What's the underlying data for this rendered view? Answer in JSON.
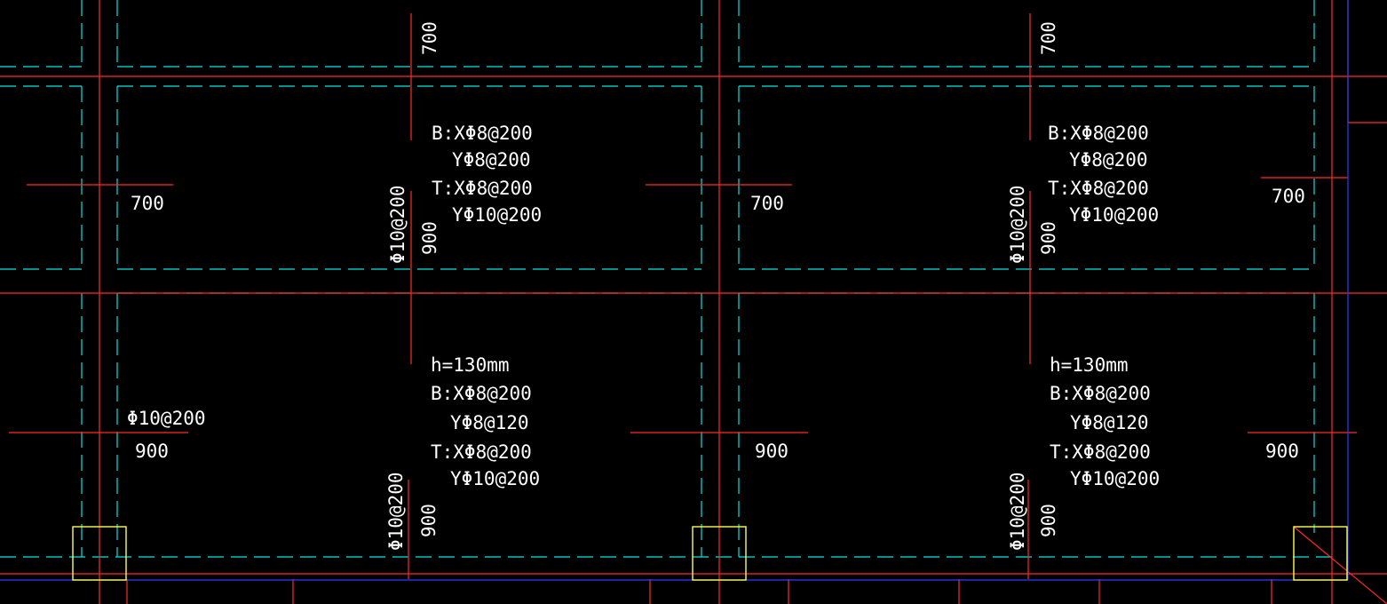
{
  "colors": {
    "background": "#000000",
    "rebar_line": "#ff2a2a",
    "slab_outline": "#00e5e5",
    "boundary": "#2a3cff",
    "column": "#ffff4a",
    "text": "#ffffff"
  },
  "labels": {
    "dim_700": "700",
    "dim_900": "900",
    "rebar_d10_200": "Φ10@200",
    "upper_slab": {
      "b_x": "B:XΦ8@200",
      "b_y": "YΦ8@200",
      "t_x": "T:XΦ8@200",
      "t_y": "YΦ10@200"
    },
    "lower_slab": {
      "thickness": "h=130mm",
      "b_x": "B:XΦ8@200",
      "b_y": "YΦ8@120",
      "t_x": "T:XΦ8@200",
      "t_y": "YΦ10@200"
    }
  }
}
